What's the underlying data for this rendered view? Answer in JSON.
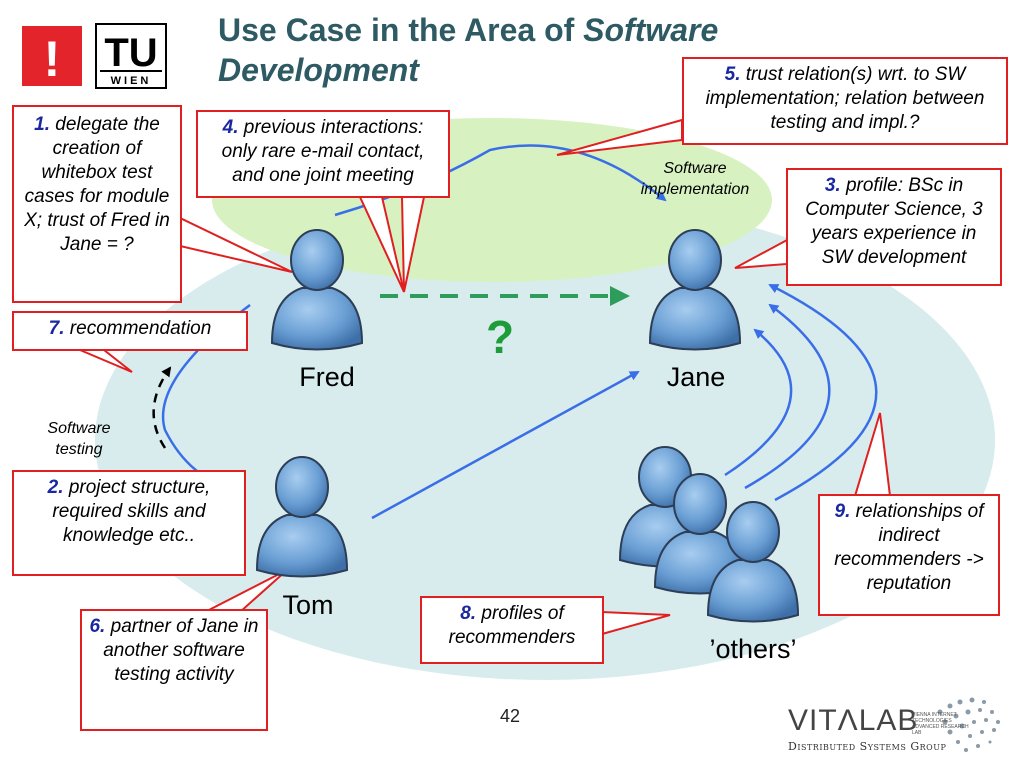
{
  "title": {
    "main": "Use Case in the Area of ",
    "italic": "Software",
    "line2": "Development"
  },
  "logos": {
    "exclaim": "!",
    "tu": "TU",
    "wien": "WIEN"
  },
  "areas": {
    "software_implementation": "Software implementation",
    "software_testing": "Software testing"
  },
  "people": {
    "fred": "Fred",
    "jane": "Jane",
    "tom": "Tom",
    "others": "’others’"
  },
  "question_mark": "?",
  "callouts": [
    {
      "num": "1.",
      "text": "delegate the creation of whitebox test cases for module X; trust of Fred in Jane = ?"
    },
    {
      "num": "2.",
      "text": "project structure, required skills and knowledge etc.."
    },
    {
      "num": "3.",
      "text": "profile: BSc in Computer Science, 3 years experience in SW development"
    },
    {
      "num": "4.",
      "text": "previous interactions: only rare e-mail contact, and one joint meeting"
    },
    {
      "num": "5.",
      "text": "trust relation(s) wrt. to SW implementation; relation between testing and impl.?"
    },
    {
      "num": "6.",
      "text": "partner of Jane in another software testing activity"
    },
    {
      "num": "7.",
      "text": "recommendation"
    },
    {
      "num": "8.",
      "text": "profiles of recommenders"
    },
    {
      "num": "9.",
      "text": "relationships of indirect recommenders -> reputation"
    }
  ],
  "page_number": "42",
  "footer_logo": {
    "name": "VITΛLAB",
    "small": "VIENNA INTERNET TECHNOLOGIES ADVANCED RESEARCH LAB",
    "group": "Distributed Systems Group"
  },
  "colors": {
    "callout_border": "#e02020",
    "number_blue": "#1a28a0",
    "arrow_blue": "#3a6ee8",
    "dash_green": "#2e9c5a",
    "person_blue": "#6a9fd4",
    "title": "#2e5a64"
  }
}
